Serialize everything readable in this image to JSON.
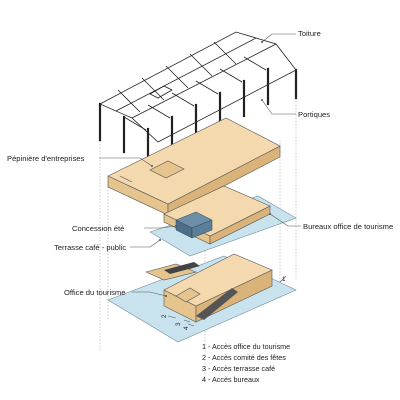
{
  "labels": {
    "toiture": "Toiture",
    "portiques": "Portiques",
    "pepiniere": "Pépinière d'entreprises",
    "concession": "Concession été",
    "bureaux": "Bureaux office de tourisme",
    "terrasse": "Terrasse café - public",
    "office": "Office du tourisme"
  },
  "access_numbers": [
    "1",
    "2",
    "3",
    "4"
  ],
  "legend": [
    "1 - Accès office du tourisme",
    "2 - Accès comité des fêtes",
    "3 - Accès terrasse café",
    "4 - Accès bureaux"
  ],
  "colors": {
    "volume": "#f3d9ad",
    "concession_block": "#5b7f99",
    "ground_plate": "#c9e3ee",
    "structure": "#222222"
  }
}
